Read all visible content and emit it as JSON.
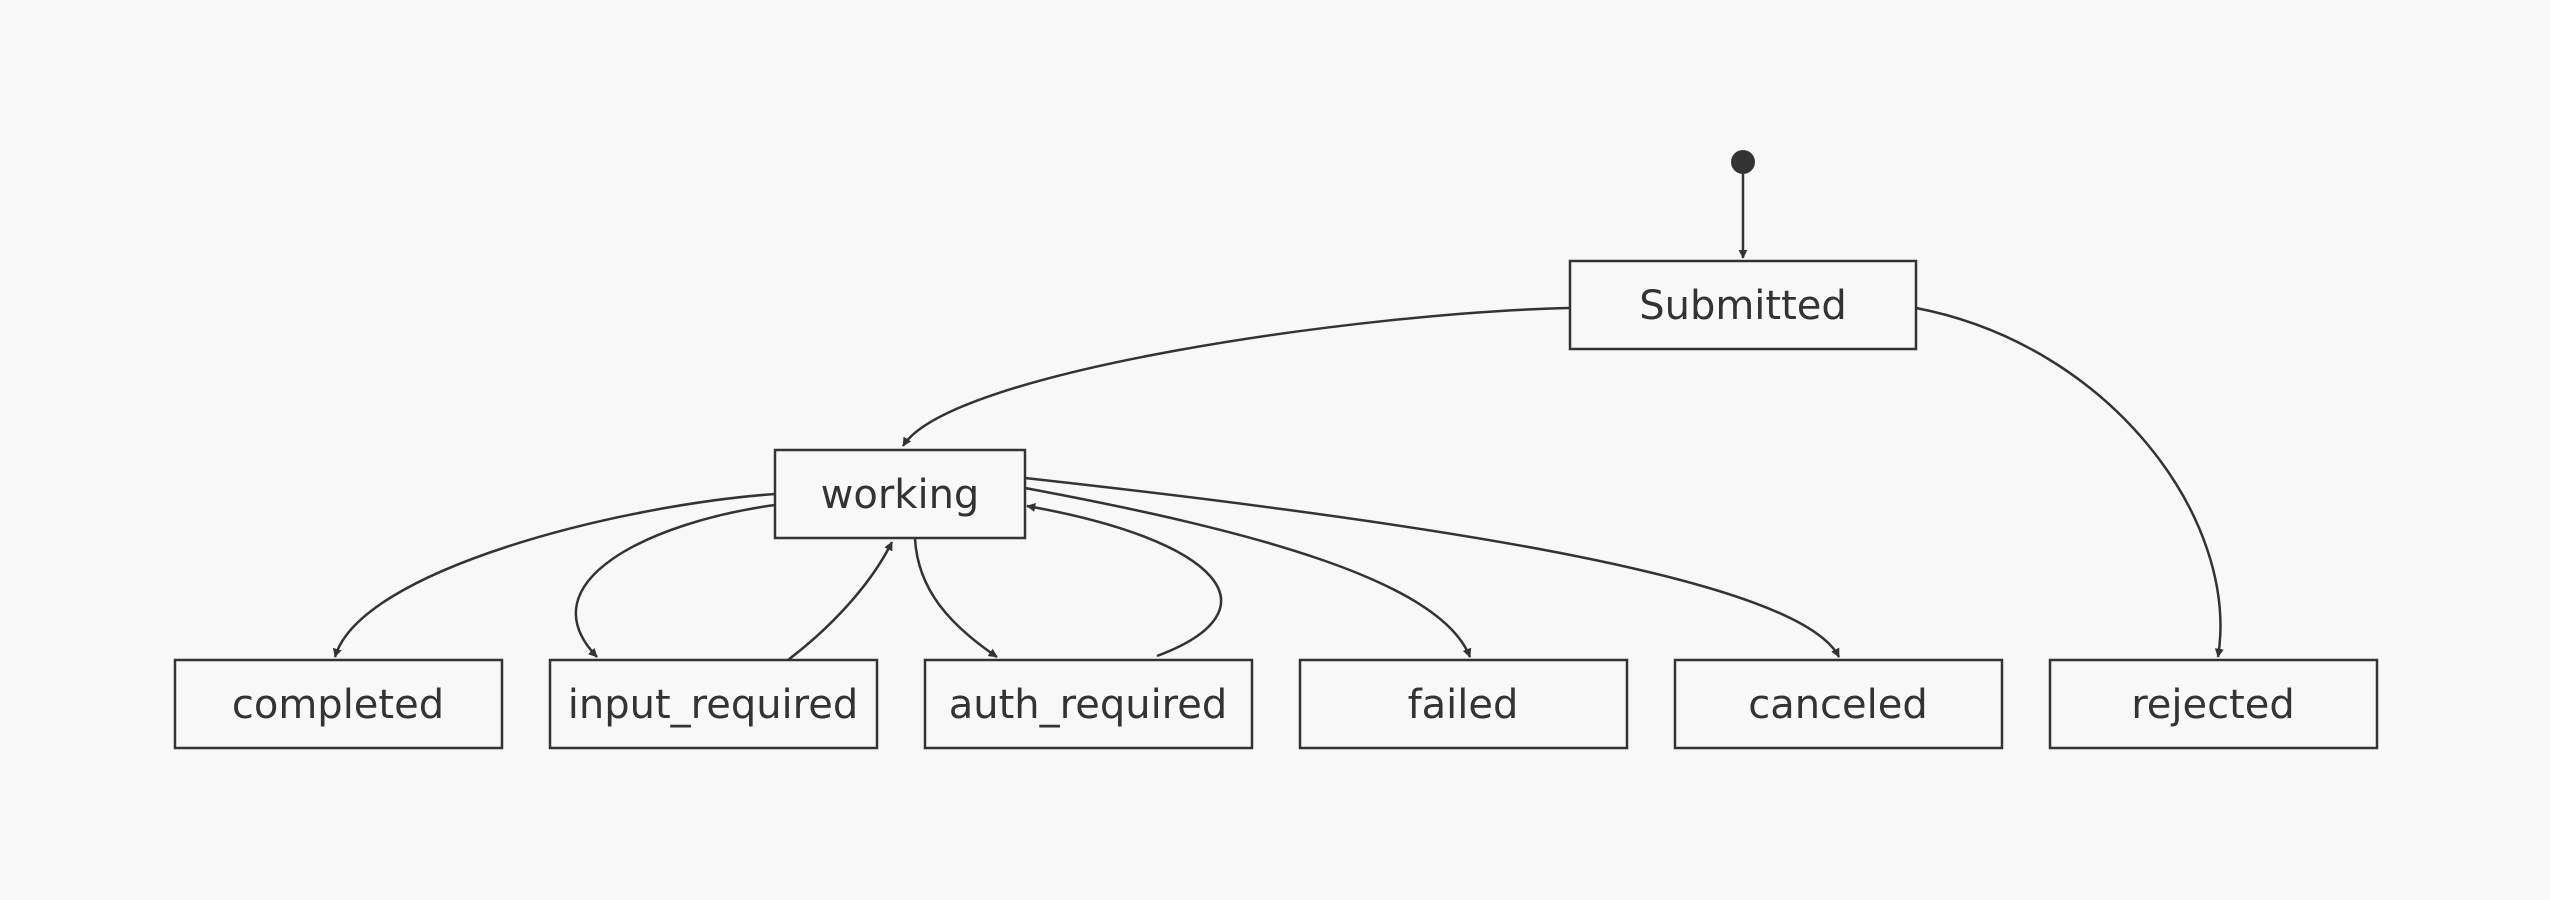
{
  "diagram": {
    "type": "state-diagram",
    "initial_state": "Submitted",
    "states": [
      {
        "id": "submitted",
        "label": "Submitted"
      },
      {
        "id": "working",
        "label": "working"
      },
      {
        "id": "completed",
        "label": "completed"
      },
      {
        "id": "input_required",
        "label": "input_required"
      },
      {
        "id": "auth_required",
        "label": "auth_required"
      },
      {
        "id": "failed",
        "label": "failed"
      },
      {
        "id": "canceled",
        "label": "canceled"
      },
      {
        "id": "rejected",
        "label": "rejected"
      }
    ],
    "transitions": [
      {
        "from": "initial",
        "to": "submitted"
      },
      {
        "from": "submitted",
        "to": "working"
      },
      {
        "from": "submitted",
        "to": "rejected"
      },
      {
        "from": "working",
        "to": "completed"
      },
      {
        "from": "working",
        "to": "input_required"
      },
      {
        "from": "input_required",
        "to": "working"
      },
      {
        "from": "working",
        "to": "auth_required"
      },
      {
        "from": "auth_required",
        "to": "working"
      },
      {
        "from": "working",
        "to": "failed"
      },
      {
        "from": "working",
        "to": "canceled"
      }
    ]
  },
  "colors": {
    "background": "#f8f8f8",
    "stroke": "#333333",
    "text": "#333333"
  }
}
